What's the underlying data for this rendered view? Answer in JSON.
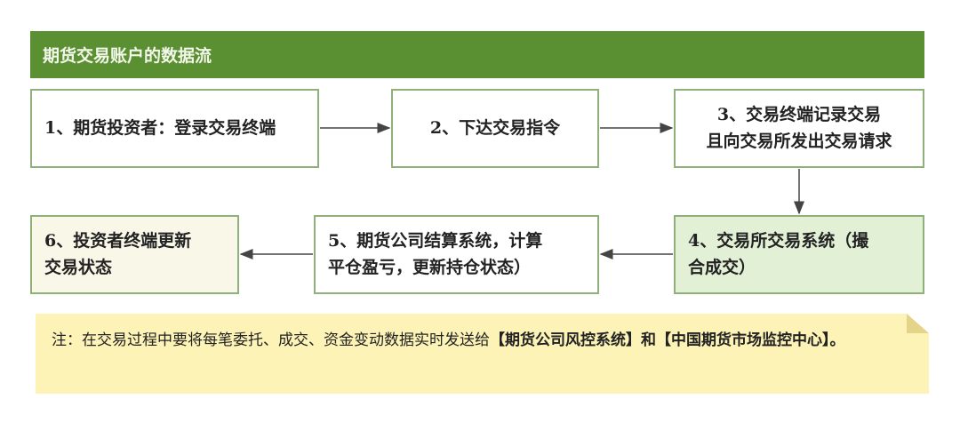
{
  "title": "期货交易账户的数据流",
  "steps": [
    {
      "line1": "1、期货投资者：登录交易终端",
      "line2": ""
    },
    {
      "line1": "2、下达交易指令",
      "line2": ""
    },
    {
      "line1": "3、交易终端记录交易",
      "line2": "且向交易所发出交易请求"
    },
    {
      "line1": "4、交易所交易系统（撮",
      "line2": "合成交）"
    },
    {
      "line1": "5、期货公司结算系统，计算",
      "line2": "平仓盈亏，更新持仓状态）"
    },
    {
      "line1": "6、投资者终端更新",
      "line2": "交易状态"
    }
  ],
  "note": {
    "prefix": "注：在交易过程中要将每笔委托、成交、资金变动数据实时发送给",
    "bold": "【期货公司风控系统】和【中国期货市场监控中心】。"
  },
  "colors": {
    "header": "#5a8f32",
    "highlight": "#e2f0d6",
    "step6": "#f9f7e8",
    "note": "#fdf3b6"
  }
}
